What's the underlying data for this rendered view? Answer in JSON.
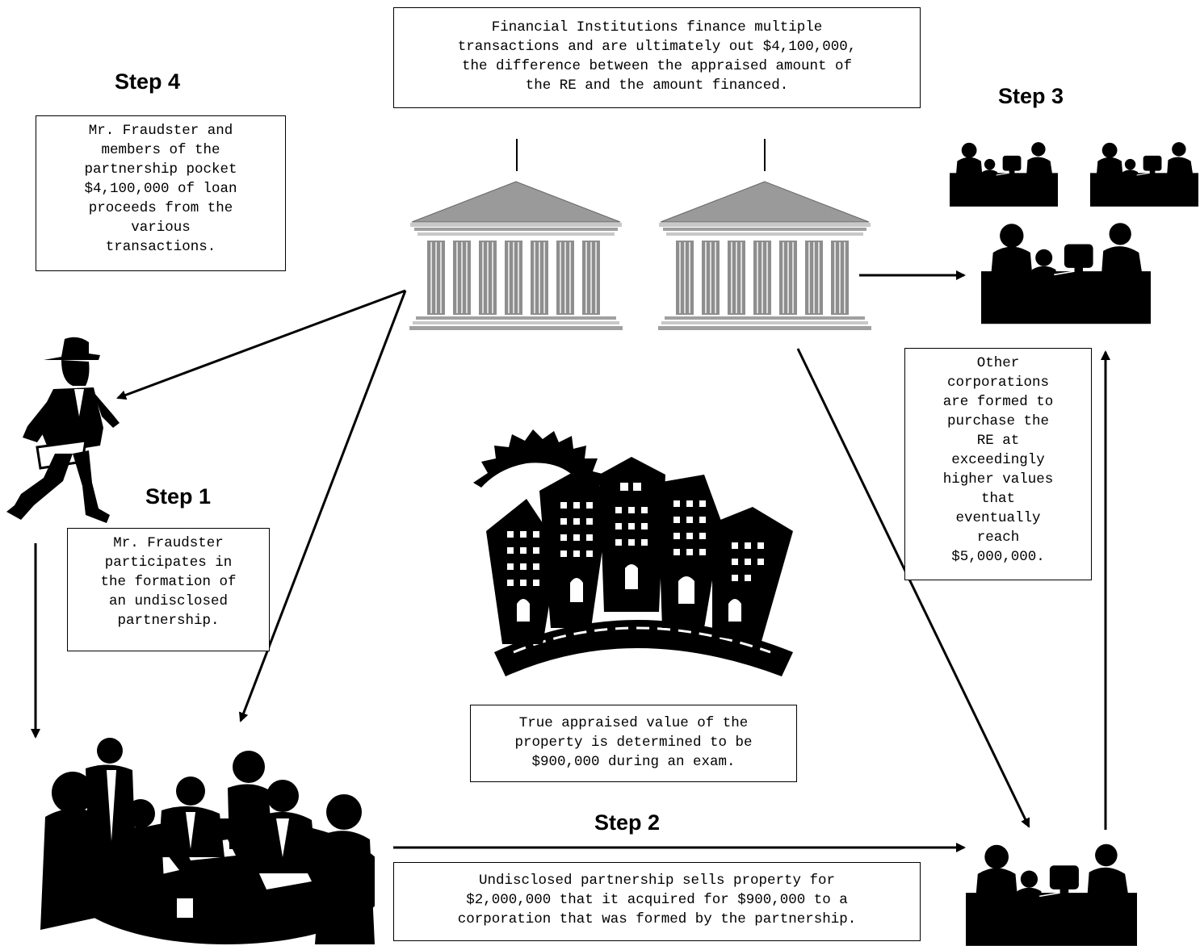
{
  "steps": {
    "step1": "Step 1",
    "step2": "Step 2",
    "step3": "Step 3",
    "step4": "Step 4"
  },
  "boxes": {
    "financial_institutions": "Financial Institutions finance multiple\ntransactions and are ultimately out $4,100,000,\nthe difference between the appraised amount of\nthe RE and the amount financed.",
    "step4_text": "Mr. Fraudster and\nmembers of the\npartnership pocket\n$4,100,000 of loan\nproceeds from the\nvarious\ntransactions.",
    "step1_text": "Mr. Fraudster\nparticipates in\nthe formation of\nan undisclosed\npartnership.",
    "step3_text": "Other\ncorporations\nare formed to\npurchase the\nRE at\nexceedingly\nhigher values\nthat\neventually\nreach\n$5,000,000.",
    "appraised_value": "True appraised value of the\nproperty is determined to be\n$900,000 during an exam.",
    "step2_text": "Undisclosed partnership sells property for\n$2,000,000 that it acquired for $900,000 to a\ncorporation that was formed by the partnership."
  },
  "icons": {
    "bank": "bank-building-icon",
    "fraudster": "running-man-icon",
    "partnership": "meeting-group-icon",
    "corporation": "office-workers-icon",
    "property": "city-buildings-icon"
  },
  "colors": {
    "ink": "#000000",
    "bank_gray": "#9a9a9a",
    "bank_light": "#d0d0d0"
  }
}
